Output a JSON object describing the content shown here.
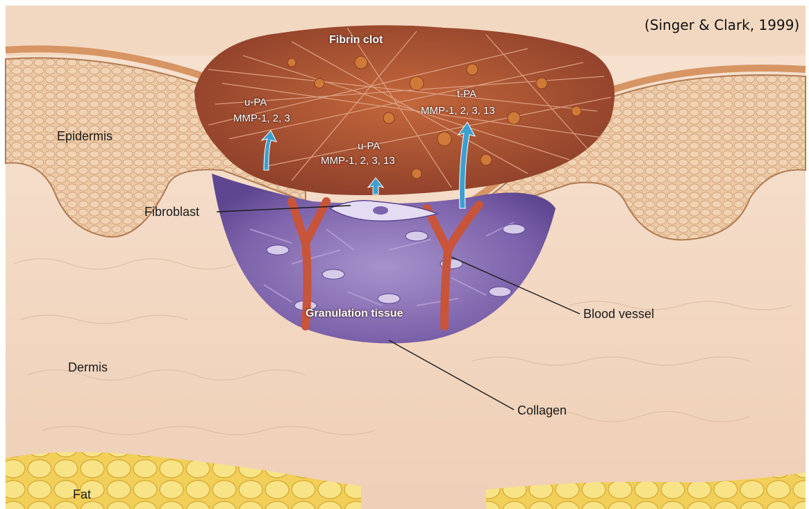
{
  "citation": "(Singer & Clark, 1999)",
  "labels": {
    "fibrin_clot": "Fibrin clot",
    "epidermis": "Epidermis",
    "dermis": "Dermis",
    "fat": "Fat",
    "fibroblast": "Fibroblast",
    "granulation_tissue": "Granulation tissue",
    "blood_vessel": "Blood vessel",
    "collagen": "Collagen"
  },
  "enzymes": {
    "left": {
      "activator": "u-PA",
      "mmps": "MMP-1, 2, 3"
    },
    "center": {
      "activator": "u-PA",
      "mmps": "MMP-1, 2, 3, 13"
    },
    "right": {
      "activator": "t-PA",
      "mmps": "MMP-1, 2, 3, 13"
    }
  },
  "colors": {
    "skin": "#f3d8c0",
    "epidermis": "#e6b98f",
    "fibrin": "#b8552e",
    "granulation": "#8c74b8",
    "vessel": "#c8543a",
    "fat": "#f5dc6a",
    "arrow": "#3b9fd0"
  }
}
